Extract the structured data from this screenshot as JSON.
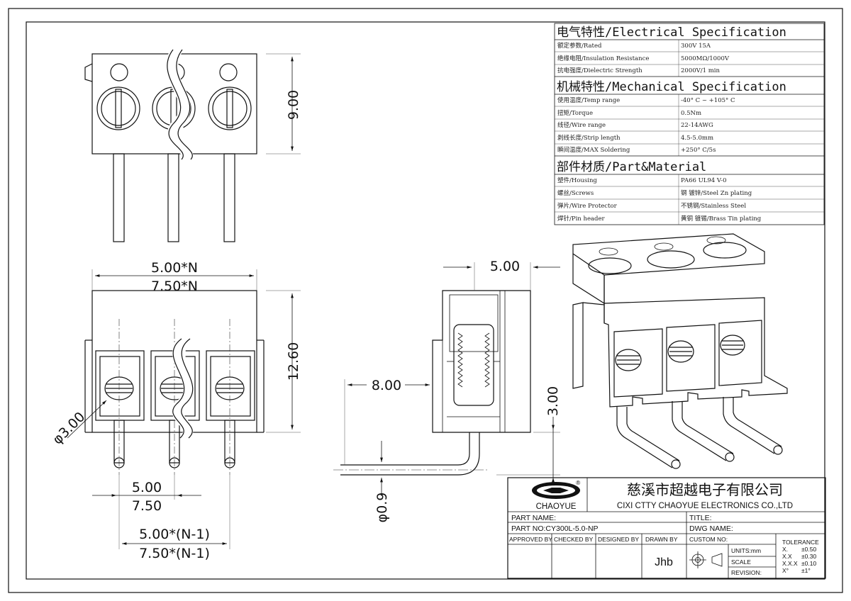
{
  "spec_table": {
    "sections": [
      {
        "header": "电气特性/Electrical Specification",
        "rows": [
          {
            "label": "额定参数/Rated",
            "value": "300V  15A"
          },
          {
            "label": "绝缘电阻/Insulation Resistance",
            "value": "5000MΩ/1000V"
          },
          {
            "label": "抗电强度/Dielectric Strength",
            "value": "2000V/1 min"
          }
        ]
      },
      {
        "header": "机械特性/Mechanical Specification",
        "rows": [
          {
            "label": "使用温度/Temp range",
            "value": "-40° C ~ +105° C"
          },
          {
            "label": "扭矩/Torque",
            "value": "0.5Nm"
          },
          {
            "label": "线径/Wire range",
            "value": "22-14AWG"
          },
          {
            "label": "剥线长度/Strip length",
            "value": "4.5-5.0mm"
          },
          {
            "label": "瞬间温度/MAX Soldering",
            "value": "+250° C/5s"
          }
        ]
      },
      {
        "header": "部件材质/Part&Material",
        "rows": [
          {
            "label": "塑件/Housing",
            "value": "PA66 UL94 V-0"
          },
          {
            "label": "螺丝/Screws",
            "value": "钢 镀锌/Steel Zn plating"
          },
          {
            "label": "弹片/Wire Protector",
            "value": "不锈钢/Stainless Steel"
          },
          {
            "label": "焊针/Pin header",
            "value": "黄铜 镀锡/Brass Tin plating"
          }
        ]
      }
    ]
  },
  "dimensions": {
    "top_height": "9.00",
    "width_n1": "5.00*N",
    "width_n2": "7.50*N",
    "front_height": "12.60",
    "hole_dia": "φ3.00",
    "pitch1": "5.00",
    "pitch2": "7.50",
    "span1": "5.00*(N-1)",
    "span2": "7.50*(N-1)",
    "side_width": "5.00",
    "side_depth": "8.00",
    "side_pin_height": "3.00",
    "pin_dia": "φ0.9"
  },
  "title_block": {
    "logo_text": "CHAOYUE",
    "logo_mark": "®",
    "company_cn": "慈溪市超越电子有限公司",
    "company_en": "CIXI CTTY CHAOYUE ELECTRONICS CO.,LTD",
    "part_name_label": "PART NAME:",
    "title_label": "TITLE:",
    "part_no_label": "PART NO:CY300L-5.0-NP",
    "dwg_name_label": "DWG NAME:",
    "approved_by": "APPROVED BY",
    "checked_by": "CHECKED BY",
    "designed_by": "DESIGNED BY",
    "drawn_by": "DRAWN BY",
    "drawn_by_value": "Jhb",
    "custom_no": "CUSTOM NO:",
    "units": "UNITS:mm",
    "scale": "SCALE",
    "revision": "REVISION:",
    "tolerance_title": "TOLERANCE",
    "tolerances": [
      {
        "k": "X.",
        "v": "±0.50"
      },
      {
        "k": "X.X",
        "v": "±0.30"
      },
      {
        "k": "X.X.X",
        "v": "±0.10"
      },
      {
        "k": "X°",
        "v": "±1°"
      }
    ]
  },
  "colors": {
    "line": "#111111",
    "paper": "#ffffff"
  }
}
